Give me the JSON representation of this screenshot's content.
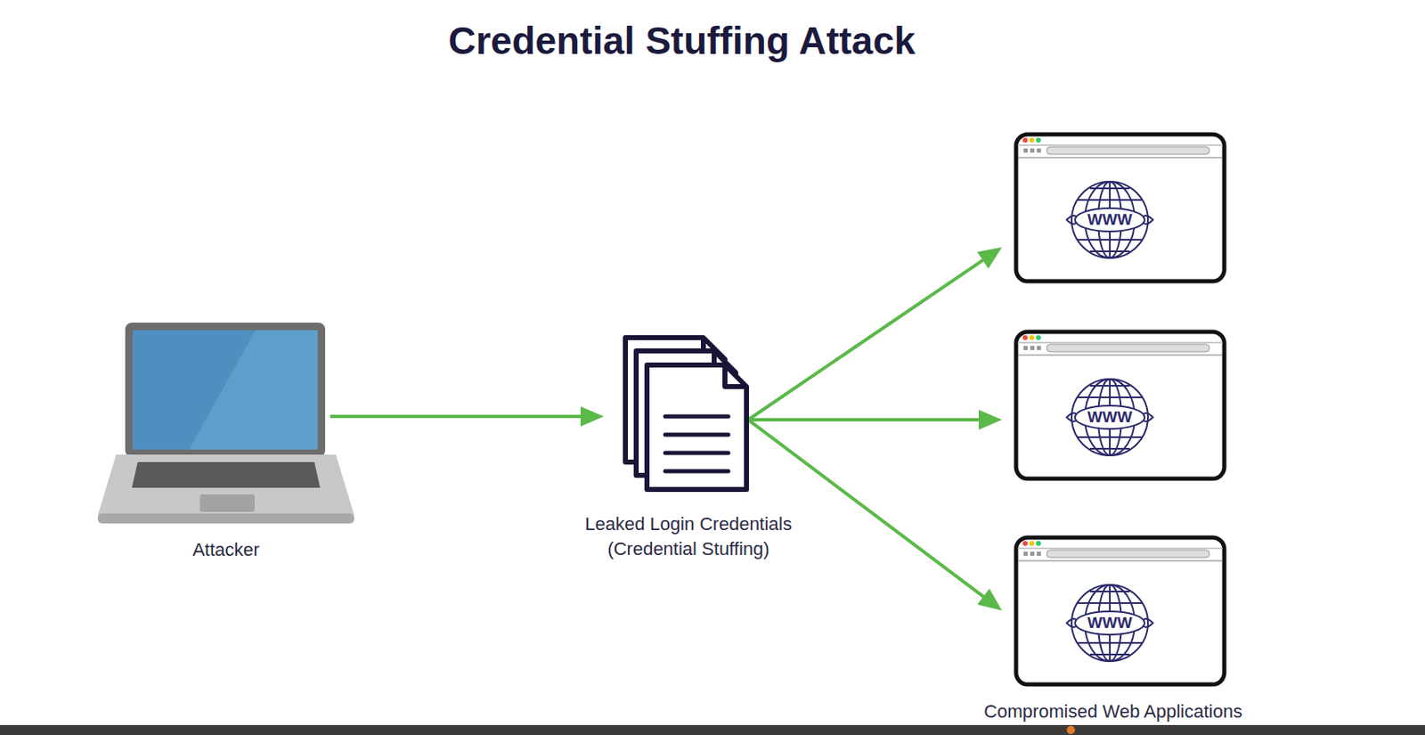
{
  "diagram": {
    "title": "Credential Stuffing Attack",
    "nodes": [
      {
        "text": [
          "Attacker"
        ]
      },
      {
        "text": [
          "Leaked Login Credentials (Credential Stuffing)"
        ]
      },
      {
        "text": [
          "WWW"
        ]
      },
      {
        "text": [
          "WWW"
        ]
      },
      {
        "text": [
          "WWW"
        ]
      }
    ],
    "edges": [
      {
        "from": 0,
        "to": 1,
        "arrow": "to"
      },
      {
        "from": 1,
        "to": 2,
        "arrow": "to"
      },
      {
        "from": 1,
        "to": 3,
        "arrow": "to"
      },
      {
        "from": 1,
        "to": 4,
        "arrow": "to"
      }
    ],
    "labels": [
      "Compromised Web Applications"
    ]
  }
}
